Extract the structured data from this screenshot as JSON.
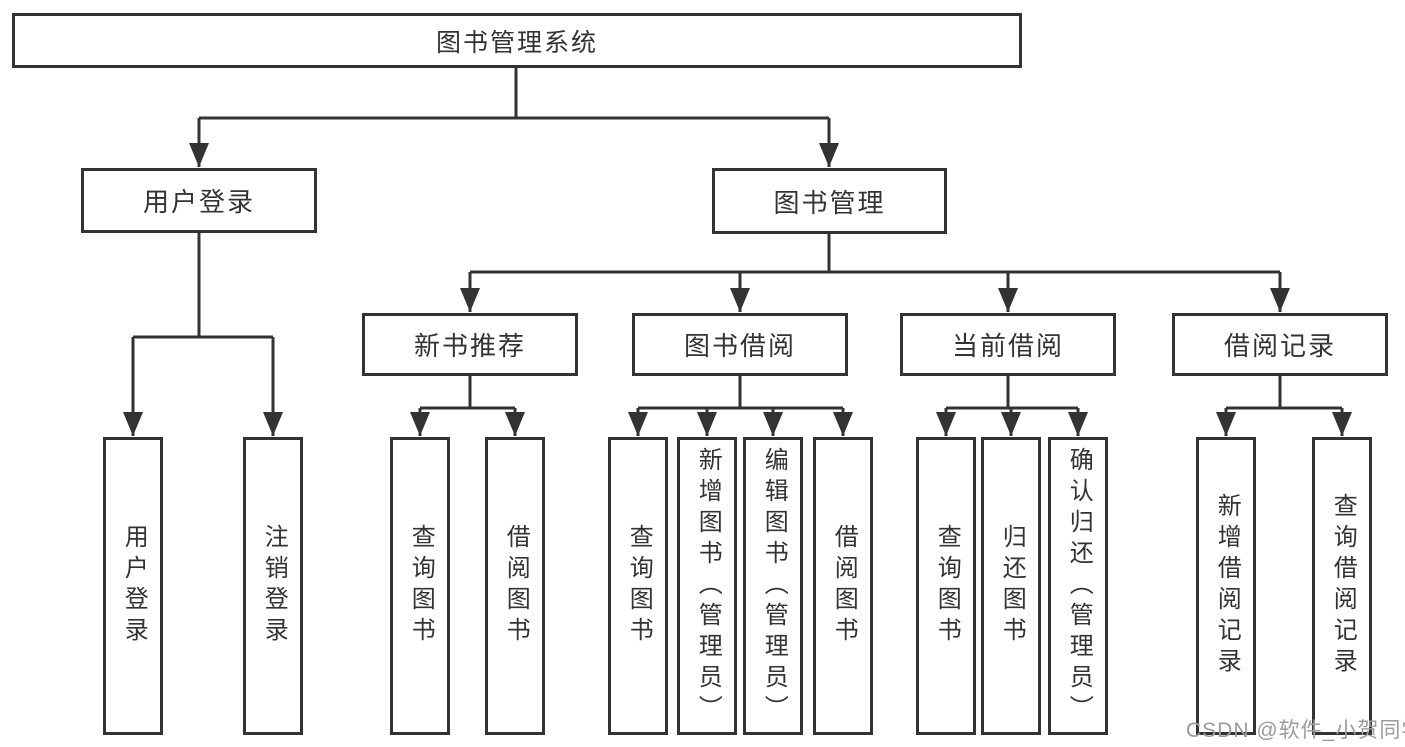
{
  "diagram": {
    "root": {
      "label": "图书管理系统"
    },
    "level2": [
      {
        "label": "用户登录"
      },
      {
        "label": "图书管理"
      }
    ],
    "level3": [
      {
        "label": "新书推荐"
      },
      {
        "label": "图书借阅"
      },
      {
        "label": "当前借阅"
      },
      {
        "label": "借阅记录"
      }
    ],
    "leaves": [
      {
        "label": "用户登录"
      },
      {
        "label": "注销登录"
      },
      {
        "label": "查询图书"
      },
      {
        "label": "借阅图书"
      },
      {
        "label": "查询图书"
      },
      {
        "label": "新增图书（管理员）"
      },
      {
        "label": "编辑图书（管理员）"
      },
      {
        "label": "借阅图书"
      },
      {
        "label": "查询图书"
      },
      {
        "label": "归还图书"
      },
      {
        "label": "确认归还（管理员）"
      },
      {
        "label": "新增借阅记录"
      },
      {
        "label": "查询借阅记录"
      }
    ]
  },
  "watermark": {
    "text": "CSDN @软件_小贺同学"
  },
  "colors": {
    "line": "#333333",
    "text": "#333333",
    "watermark": "#9b9b9b",
    "background": "#ffffff"
  }
}
